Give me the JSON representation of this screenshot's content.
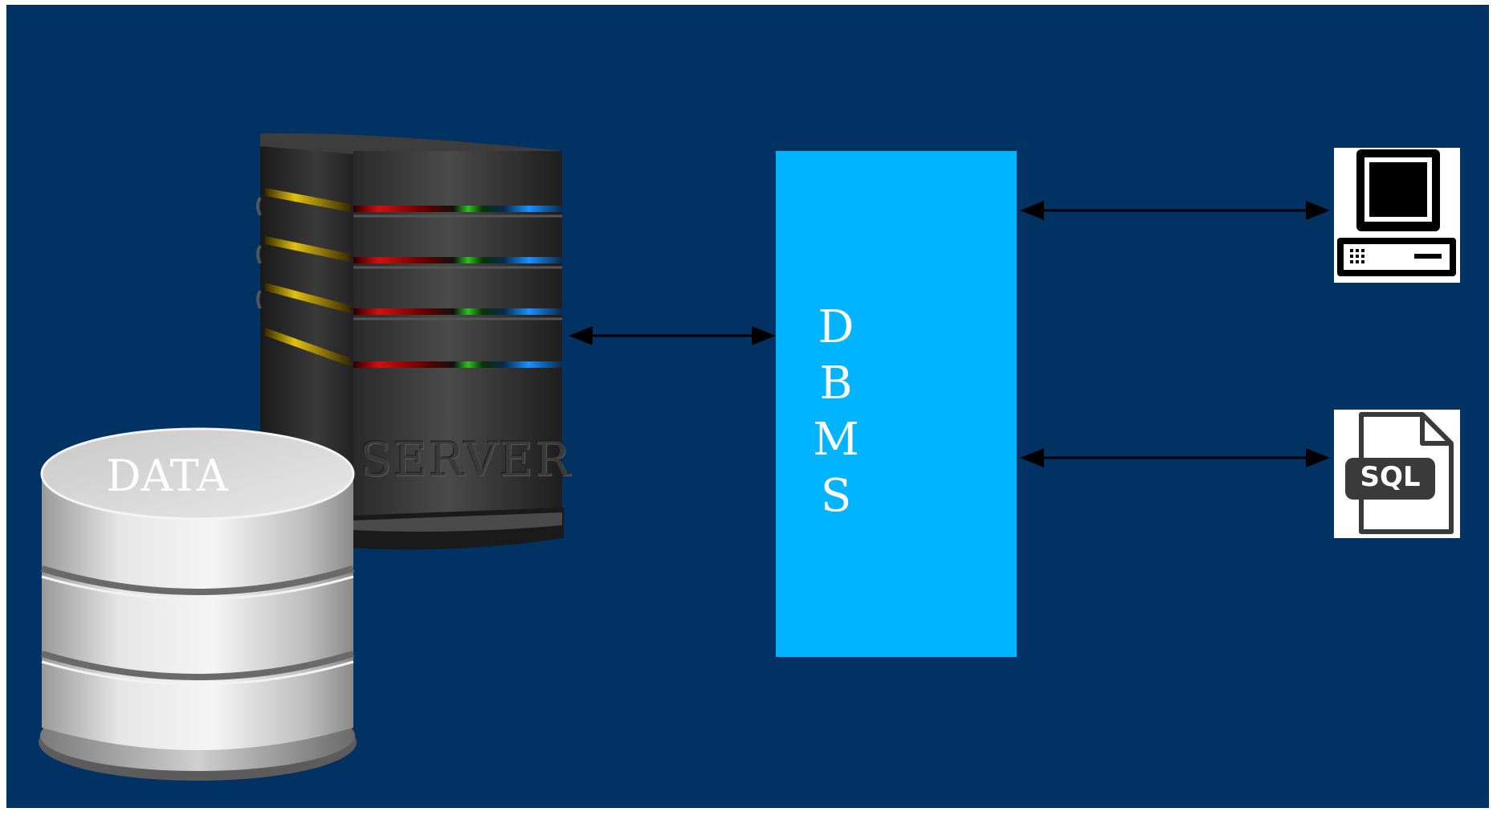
{
  "colors": {
    "background": "#003263",
    "dbms_box": "#00b4ff",
    "arrow": "#000000",
    "label_text": "#ffffff"
  },
  "dbms": {
    "letters": [
      "D",
      "B",
      "M",
      "S"
    ]
  },
  "database": {
    "label": "DATA",
    "icon": "database-cylinder-icon"
  },
  "server": {
    "label": "SERVER",
    "icon": "server-tower-icon"
  },
  "computer": {
    "icon": "computer-terminal-icon"
  },
  "sql_file": {
    "label": "SQL",
    "icon": "sql-file-icon"
  }
}
